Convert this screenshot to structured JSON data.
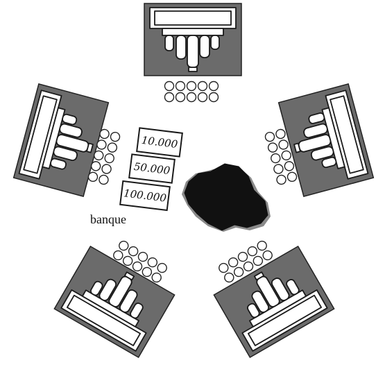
{
  "bank": {
    "label": "banque",
    "bills": [
      "10.000",
      "50.000",
      "100.000"
    ]
  },
  "players": [
    {
      "id": "top",
      "tokens": 10
    },
    {
      "id": "right",
      "tokens": 10
    },
    {
      "id": "bottom-right",
      "tokens": 10
    },
    {
      "id": "bottom-left",
      "tokens": 10
    },
    {
      "id": "left",
      "tokens": 10
    }
  ],
  "center_piece": "rock-icon",
  "colors": {
    "board": "#6b6b6b",
    "ink": "#1a1a1a",
    "paper": "#ffffff"
  }
}
